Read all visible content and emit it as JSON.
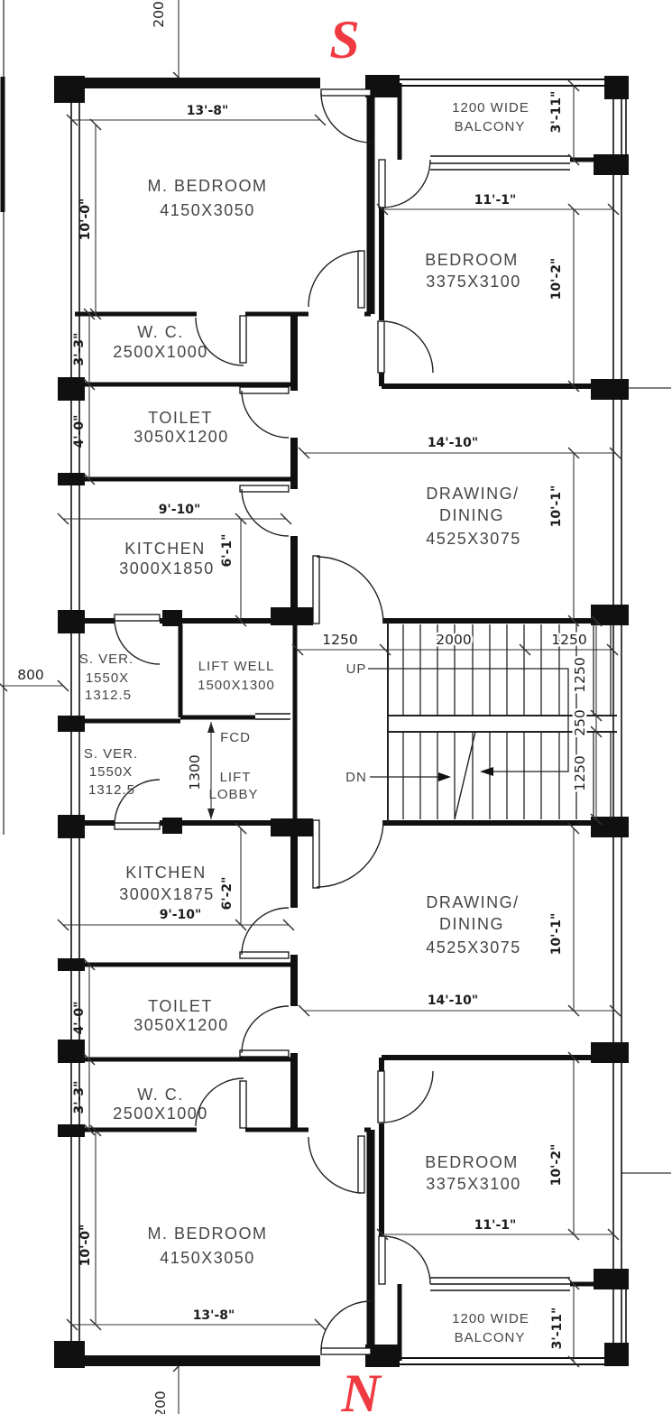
{
  "compass": {
    "south": "S",
    "north": "N",
    "color": "#ee3a40"
  },
  "site": {
    "top_offset": "200",
    "side_offset": "800",
    "bottom_offset": "200"
  },
  "core": {
    "lift_well_l1": "LIFT WELL",
    "lift_well_l2": "1500X1300",
    "fcd": "FCD",
    "lift_lobby_l1": "LIFT",
    "lift_lobby_l2": "LOBBY",
    "lobby_depth": "1300",
    "up": "UP",
    "dn": "DN",
    "stair_w_left": "1250",
    "stair_w_mid": "2000",
    "stair_w_right": "1250",
    "stair_h_top": "1250",
    "stair_h_mid": "250",
    "stair_h_bot": "1250"
  },
  "upper": {
    "master_bedroom": {
      "name": "M. BEDROOM",
      "size": "4150X3050",
      "width": "13'-8\"",
      "depth": "10'-0\""
    },
    "wc": {
      "name": "W. C.",
      "size": "2500X1000",
      "depth": "3'-3\""
    },
    "toilet": {
      "name": "TOILET",
      "size": "3050X1200",
      "depth": "4'-0\""
    },
    "kitchen": {
      "name": "KITCHEN",
      "size": "3000X1850",
      "width": "9'-10\"",
      "depth": "6'-1\""
    },
    "sver": {
      "l1": "S. VER.",
      "l2": "1550X",
      "l3": "1312.5"
    },
    "bedroom": {
      "name": "BEDROOM",
      "size": "3375X3100",
      "width": "11'-1\"",
      "depth": "10'-2\""
    },
    "balcony": {
      "l1": "1200 WIDE",
      "l2": "BALCONY",
      "depth": "3'-11\""
    },
    "drawing": {
      "l1": "DRAWING/",
      "l2": "DINING",
      "size": "4525X3075",
      "width": "14'-10\"",
      "depth": "10'-1\""
    }
  },
  "lower": {
    "master_bedroom": {
      "name": "M. BEDROOM",
      "size": "4150X3050",
      "width": "13'-8\"",
      "depth": "10'-0\""
    },
    "wc": {
      "name": "W. C.",
      "size": "2500X1000",
      "depth": "3'-3\""
    },
    "toilet": {
      "name": "TOILET",
      "size": "3050X1200",
      "depth": "4'-0\""
    },
    "kitchen": {
      "name": "KITCHEN",
      "size": "3000X1875",
      "width": "9'-10\"",
      "depth": "6'-2\""
    },
    "sver": {
      "l1": "S. VER.",
      "l2": "1550X",
      "l3": "1312.5"
    },
    "bedroom": {
      "name": "BEDROOM",
      "size": "3375X3100",
      "width": "11'-1\"",
      "depth": "10'-2\""
    },
    "balcony": {
      "l1": "1200 WIDE",
      "l2": "BALCONY",
      "depth": "3'-11\""
    },
    "drawing": {
      "l1": "DRAWING/",
      "l2": "DINING",
      "size": "4525X3075",
      "width": "14'-10\"",
      "depth": "10'-1\""
    }
  }
}
